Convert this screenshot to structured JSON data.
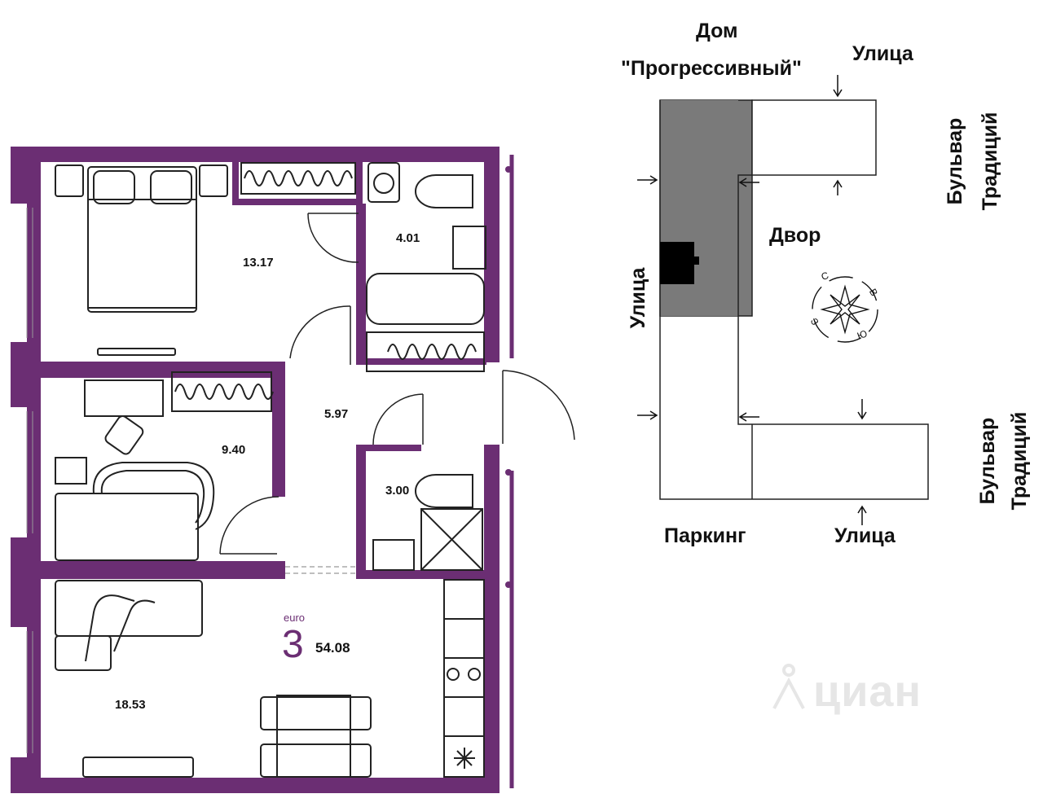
{
  "plan": {
    "colors": {
      "wall": "#6b2e73",
      "wall_light": "#7e4c87",
      "line": "#222222",
      "house": "#7a7a7a"
    },
    "rooms": [
      {
        "id": "bedroom",
        "area": "13.17"
      },
      {
        "id": "bathroom",
        "area": "4.01"
      },
      {
        "id": "hall",
        "area": "5.97"
      },
      {
        "id": "kids",
        "area": "9.40"
      },
      {
        "id": "toilet",
        "area": "3.00"
      },
      {
        "id": "living",
        "area": "18.53"
      }
    ],
    "badge": {
      "format": "euro",
      "rooms_count": "3",
      "total_area": "54.08"
    }
  },
  "site_map": {
    "house_title_line1": "Дом",
    "house_title_line2": "\"Прогрессивный\"",
    "street_top": "Улица",
    "boulevard_top_line1": "Бульвар",
    "boulevard_top_line2": "Традиций",
    "yard": "Двор",
    "street_left": "Улица",
    "parking": "Паркинг",
    "street_bottom": "Улица",
    "boulevard_bottom_line1": "Бульвар",
    "boulevard_bottom_line2": "Традиций",
    "compass": {
      "north": "С",
      "east": "В",
      "south": "Ю",
      "west": "З",
      "icon": "compass-rose-icon"
    }
  },
  "watermark": {
    "text": "циан",
    "icon": "cian-logo-icon"
  }
}
